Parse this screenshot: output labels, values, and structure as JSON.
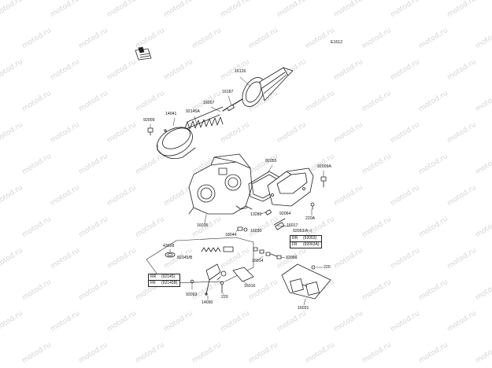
{
  "diagram_code": "E1612",
  "watermark_text": "motod.ru",
  "colors": {
    "ink": "#222222",
    "watermark": "#d4d4d4",
    "background": "#ffffff"
  },
  "front_icon": "front-direction-arrow-icon",
  "labels": {
    "p16126": "16126",
    "p16187": "16187",
    "p16007": "16007",
    "p92145a": "92145A",
    "p14041": "14041",
    "p92009": "92009",
    "p92055": "92055",
    "p92009a": "92009A",
    "p13280": "13280",
    "p92064": "92064",
    "p16035": "16035",
    "p220a": "220A",
    "p16017": "16017",
    "p92063a1": "92063/A~I",
    "p18044": "18044",
    "p16030": "16030",
    "p43028": "43028",
    "p92145b": "92145/B",
    "p16014": "16014",
    "p92066": "92066",
    "p220_right": "220",
    "p16016": "16016",
    "p92093": "92093",
    "p14090": "14090",
    "p220_bottom": "220",
    "p16031": "16031"
  },
  "tables": {
    "right": [
      {
        "key": "RR",
        "value": "(92063)"
      },
      {
        "key": "FR",
        "value": "(92063A)"
      }
    ],
    "left": [
      {
        "key": "RR",
        "value": "(92145)"
      },
      {
        "key": "FR",
        "value": "(92145B)"
      }
    ]
  }
}
